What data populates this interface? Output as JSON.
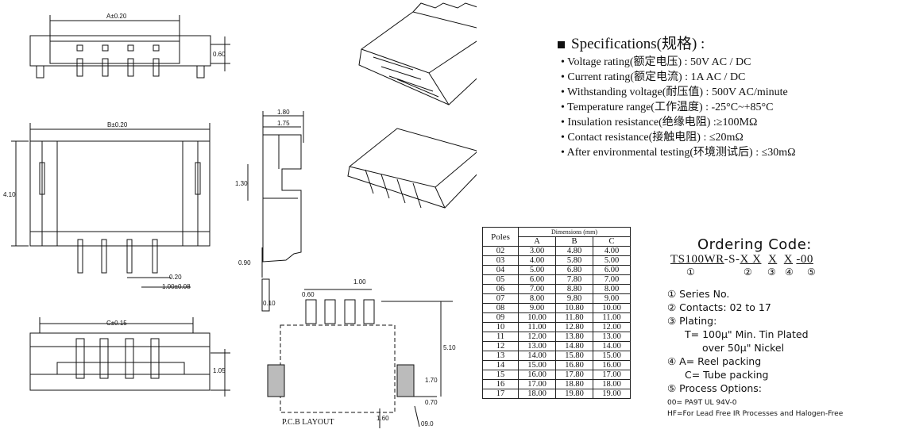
{
  "drawing": {
    "dim_a": "A±0.20",
    "dim_b": "B±0.20",
    "dim_c": "C±0.15",
    "dim_060_top": "0.60",
    "dim_410": "4.10",
    "dim_180": "1.80",
    "dim_175": "1.75",
    "dim_130": "1.30",
    "dim_090": "0.90",
    "dim_020": "0.20",
    "dim_100_tol": "1.00±0.08",
    "dim_105": "1.05",
    "pcb_060": "0.60",
    "pcb_100": "1.00",
    "pcb_510": "5.10",
    "pcb_170": "1.70",
    "pcb_070": "0.70",
    "pcb_160": "1.60",
    "pcb_090": "09.0",
    "pcb_label": "P.C.B LAYOUT",
    "side_label": "0.10"
  },
  "specifications": {
    "title": "Specifications(规格) :",
    "items": [
      "Voltage rating(额定电压) : 50V AC / DC",
      "Current rating(额定电流) : 1A  AC / DC",
      "Withstanding voltage(耐压值) : 500V AC/minute",
      "Temperature range(工作温度) : -25°C~+85°C",
      "Insulation resistance(绝缘电阻) :≥100MΩ",
      "Contact resistance(接触电阻) : ≤20mΩ",
      "After environmental testing(环境测试后) : ≤30mΩ"
    ]
  },
  "dimensions_table": {
    "poles_header": "Poles",
    "group_header": "Dimensions (mm)",
    "col_a": "A",
    "col_b": "B",
    "col_c": "C",
    "rows": [
      [
        "02",
        "3.00",
        "4.80",
        "4.00"
      ],
      [
        "03",
        "4.00",
        "5.80",
        "5.00"
      ],
      [
        "04",
        "5.00",
        "6.80",
        "6.00"
      ],
      [
        "05",
        "6.00",
        "7.80",
        "7.00"
      ],
      [
        "06",
        "7.00",
        "8.80",
        "8.00"
      ],
      [
        "07",
        "8.00",
        "9.80",
        "9.00"
      ],
      [
        "08",
        "9.00",
        "10.80",
        "10.00"
      ],
      [
        "09",
        "10.00",
        "11.80",
        "11.00"
      ],
      [
        "10",
        "11.00",
        "12.80",
        "12.00"
      ],
      [
        "11",
        "12.00",
        "13.80",
        "13.00"
      ],
      [
        "12",
        "13.00",
        "14.80",
        "14.00"
      ],
      [
        "13",
        "14.00",
        "15.80",
        "15.00"
      ],
      [
        "14",
        "15.00",
        "16.80",
        "16.00"
      ],
      [
        "15",
        "16.00",
        "17.80",
        "17.00"
      ],
      [
        "16",
        "17.00",
        "18.80",
        "18.00"
      ],
      [
        "17",
        "18.00",
        "19.80",
        "19.00"
      ]
    ]
  },
  "ordering": {
    "heading": "Ordering Code:",
    "code_prefix": "TS100WR",
    "code_mid": "-S-",
    "code_x1": "X X",
    "code_x2": "X",
    "code_x3": "X",
    "code_suffix": "-00",
    "num1": "①",
    "num2": "②",
    "num3": "③",
    "num4": "④",
    "num5": "⑤",
    "item1": "① Series No.",
    "item2": "② Contacts: 02 to 17",
    "item3": "③ Plating:",
    "item3a": "T= 100μ\" Min. Tin Plated",
    "item3b": "over 50μ\" Nickel",
    "item4": "④ A= Reel packing",
    "item4b": "C= Tube packing",
    "item5": "⑤ Process Options:",
    "opt1": "00= PA9T UL 94V-0",
    "opt2": "HF=For Lead Free IR Processes and Halogen-Free"
  }
}
